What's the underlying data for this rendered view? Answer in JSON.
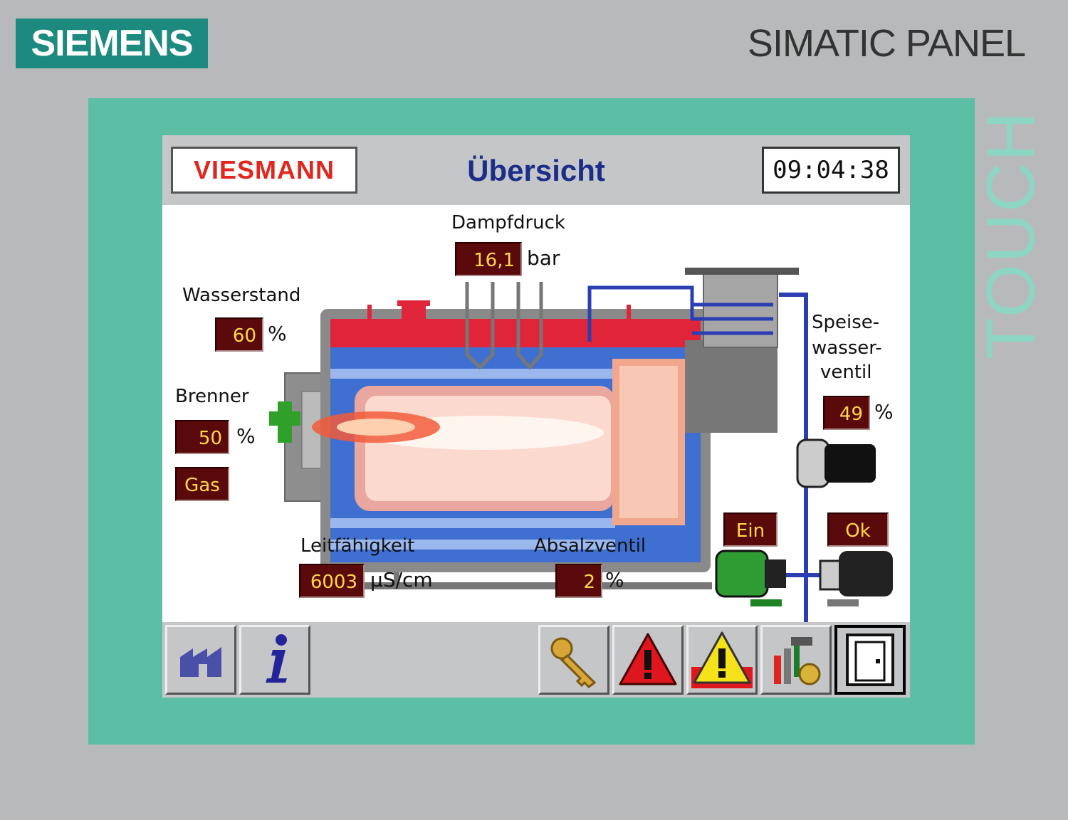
{
  "bezel": {
    "brand": "SIEMENS",
    "panel_name": "SIMATIC PANEL",
    "touch_label": "TOUCH",
    "brand_color": "#1d8a80",
    "bezel_color": "#5cbfa5"
  },
  "header": {
    "logo": "VIESMANN",
    "title": "Übersicht",
    "time": "09:04:38"
  },
  "readings": {
    "dampfdruck": {
      "label": "Dampfdruck",
      "value": "16,1",
      "unit": "bar"
    },
    "wasserstand": {
      "label": "Wasserstand",
      "value": "60",
      "unit": "%"
    },
    "brenner": {
      "label": "Brenner",
      "value": "50",
      "unit": "%",
      "fuel": "Gas"
    },
    "speisewasser": {
      "label_lines": [
        "Speise-",
        "wasser-",
        "ventil"
      ],
      "value": "49",
      "unit": "%"
    },
    "leitfaehigkeit": {
      "label": "Leitfähigkeit",
      "value": "6003",
      "unit": "µS/cm"
    },
    "absalzventil": {
      "label": "Absalzventil",
      "value": "2",
      "unit": "%"
    }
  },
  "pumps": {
    "left_status": "Ein",
    "right_status": "Ok"
  },
  "toolbar": {
    "buttons": [
      "home-icon",
      "info-icon",
      "key-icon",
      "alarm-red-icon",
      "warning-yellow-icon",
      "tools-icon",
      "exit-door-icon"
    ]
  },
  "colors": {
    "value_bg": "#5a0a0a",
    "value_text": "#ffd84a",
    "steam": "#e0243a",
    "water": "#3f6fd1",
    "title_blue": "#1b2f8a"
  }
}
